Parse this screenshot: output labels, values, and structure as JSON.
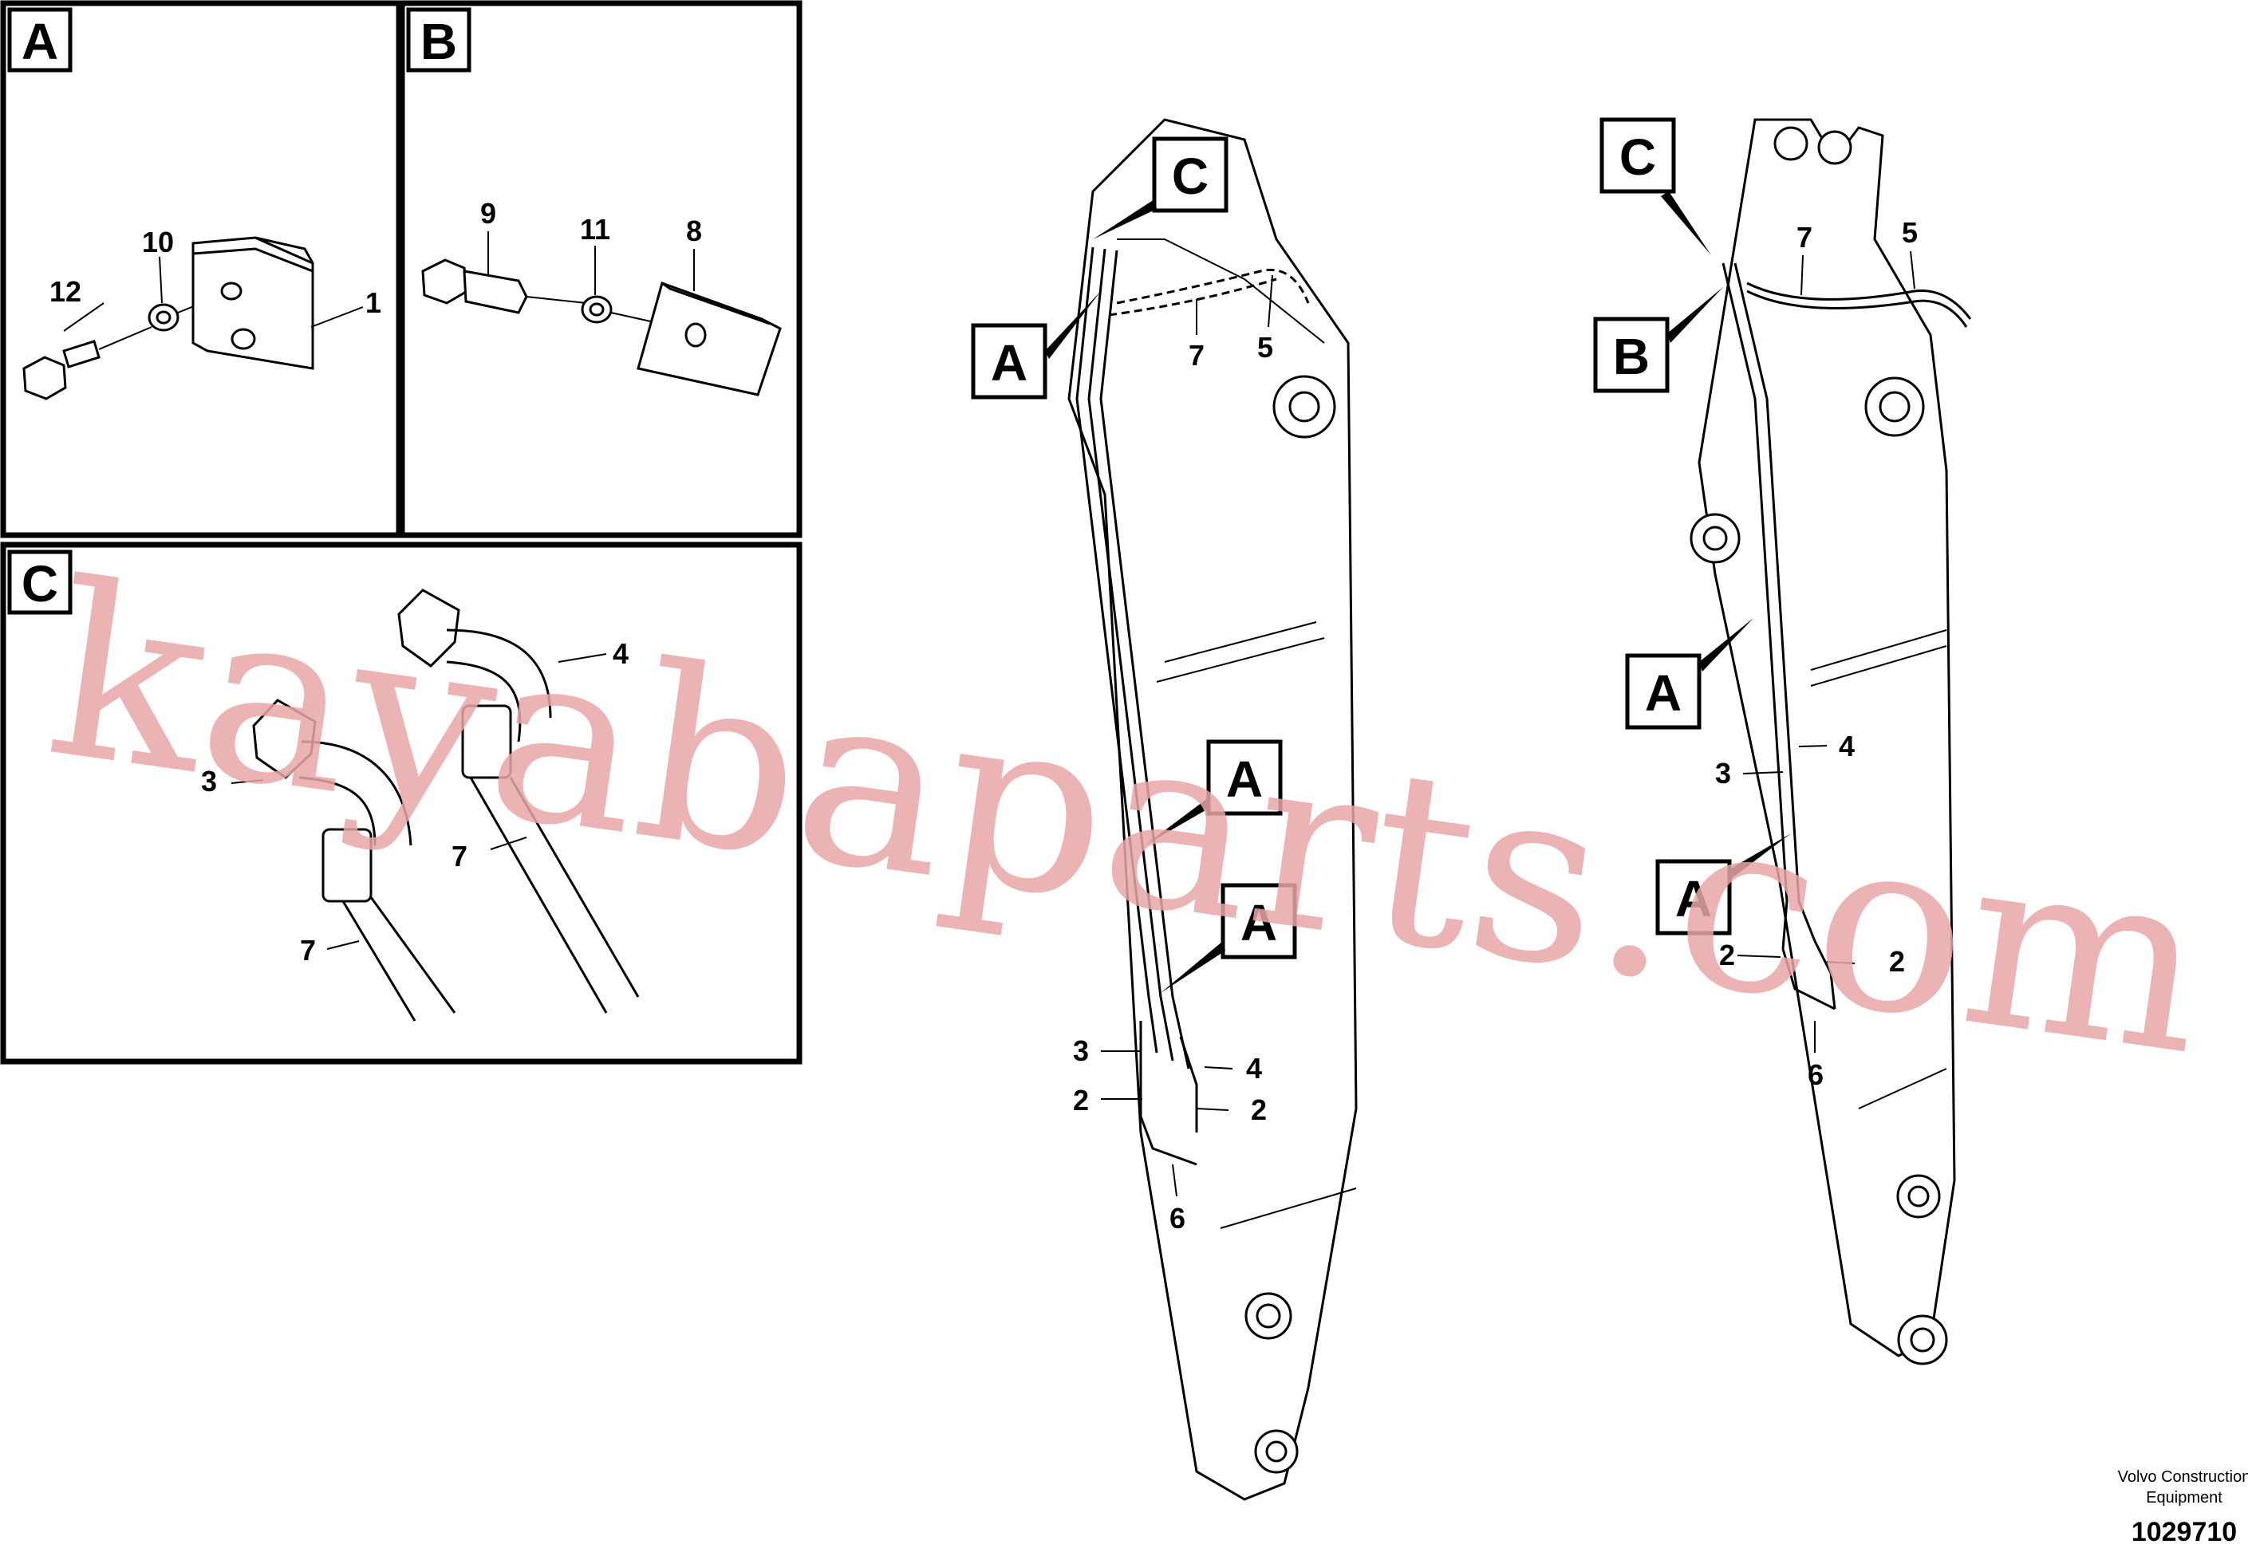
{
  "panels": {
    "A": {
      "tag": "A",
      "labels": {
        "p1": "1",
        "p10": "10",
        "p12": "12"
      }
    },
    "B": {
      "tag": "B",
      "labels": {
        "p8": "8",
        "p9": "9",
        "p11": "11"
      }
    },
    "C": {
      "tag": "C",
      "labels": {
        "p3": "3",
        "p4": "4",
        "p7a": "7",
        "p7b": "7"
      }
    }
  },
  "boom_left": {
    "callouts": [
      "C",
      "A",
      "A",
      "A"
    ],
    "labels": {
      "p7": "7",
      "p5": "5",
      "p3": "3",
      "p4": "4",
      "p2a": "2",
      "p2b": "2",
      "p6": "6"
    }
  },
  "boom_right": {
    "callouts": [
      "C",
      "B",
      "A",
      "A"
    ],
    "labels": {
      "p7": "7",
      "p5": "5",
      "p3": "3",
      "p4": "4",
      "p2a": "2",
      "p2b": "2",
      "p6": "6"
    }
  },
  "watermark": "kayabaparts.com",
  "credit": {
    "line1": "Volvo Construction",
    "line2": "Equipment"
  },
  "doc_number": "1029710"
}
